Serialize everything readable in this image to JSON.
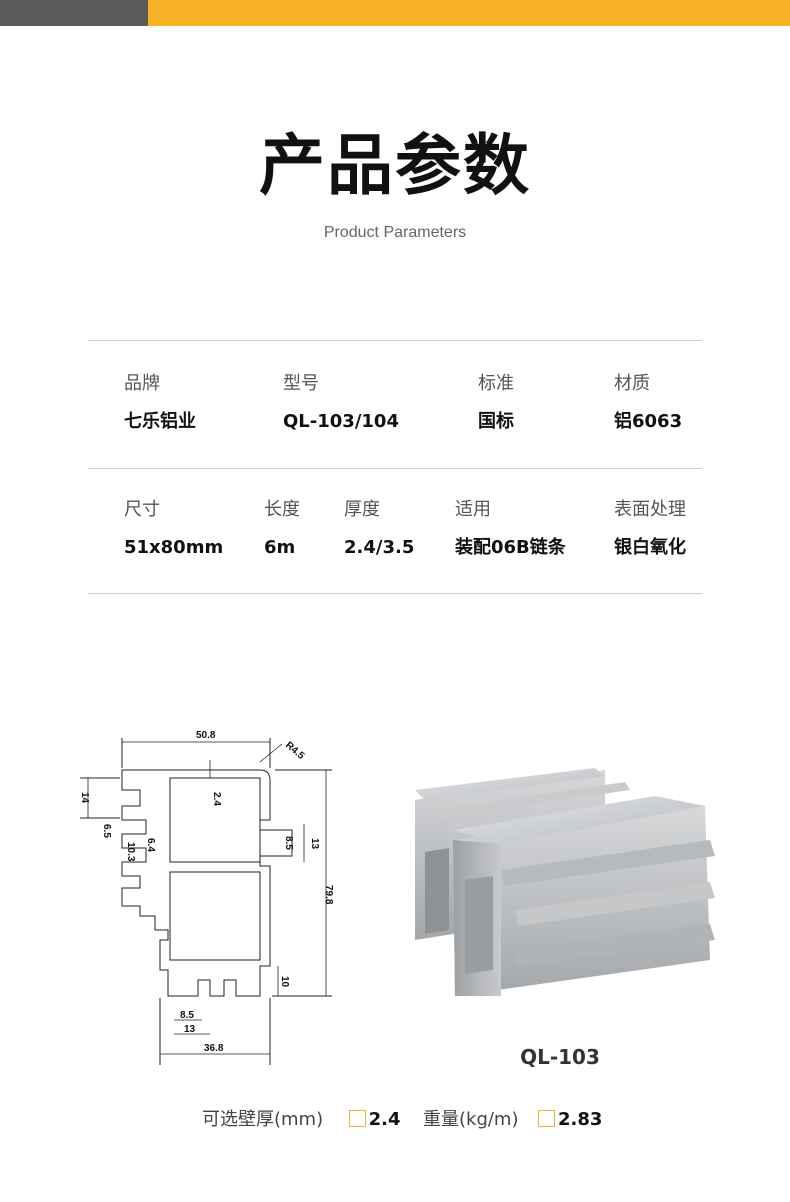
{
  "header": {
    "title": "产品参数",
    "subtitle": "Product Parameters"
  },
  "specs_row1": [
    {
      "label": "品牌",
      "value": "七乐铝业"
    },
    {
      "label": "型号",
      "value": "QL-103/104"
    },
    {
      "label": "标准",
      "value": "国标"
    },
    {
      "label": "材质",
      "value": "铝6063"
    }
  ],
  "specs_row2": [
    {
      "label": "尺寸",
      "value": "51x80mm"
    },
    {
      "label": "长度",
      "value": "6m"
    },
    {
      "label": "厚度",
      "value": "2.4/3.5"
    },
    {
      "label": "适用",
      "value": "装配06B链条"
    },
    {
      "label": "表面处理",
      "value": "银白氧化"
    }
  ],
  "drawing": {
    "dimensions": {
      "top_width": "50.8",
      "radius": "R4.5",
      "total_height": "79.8",
      "slot_depth": "14",
      "slot_gap": "6.5",
      "slot_inner": "10.3",
      "slot_opening": "6.4",
      "wall": "2.4",
      "right_slot": "8.5",
      "right_slot_outer": "13",
      "bottom_slot_height": "10",
      "bottom_slot_opening": "8.5",
      "bottom_slot_width": "13",
      "bottom_width": "36.8"
    }
  },
  "product": {
    "model": "QL-103"
  },
  "options": {
    "thickness_label": "可选壁厚(mm)",
    "thickness_value": "2.4",
    "weight_label": "重量(kg/m)",
    "weight_value": "2.83"
  },
  "colors": {
    "accent": "#f6b124",
    "dark_bar": "#5a5a5a"
  }
}
